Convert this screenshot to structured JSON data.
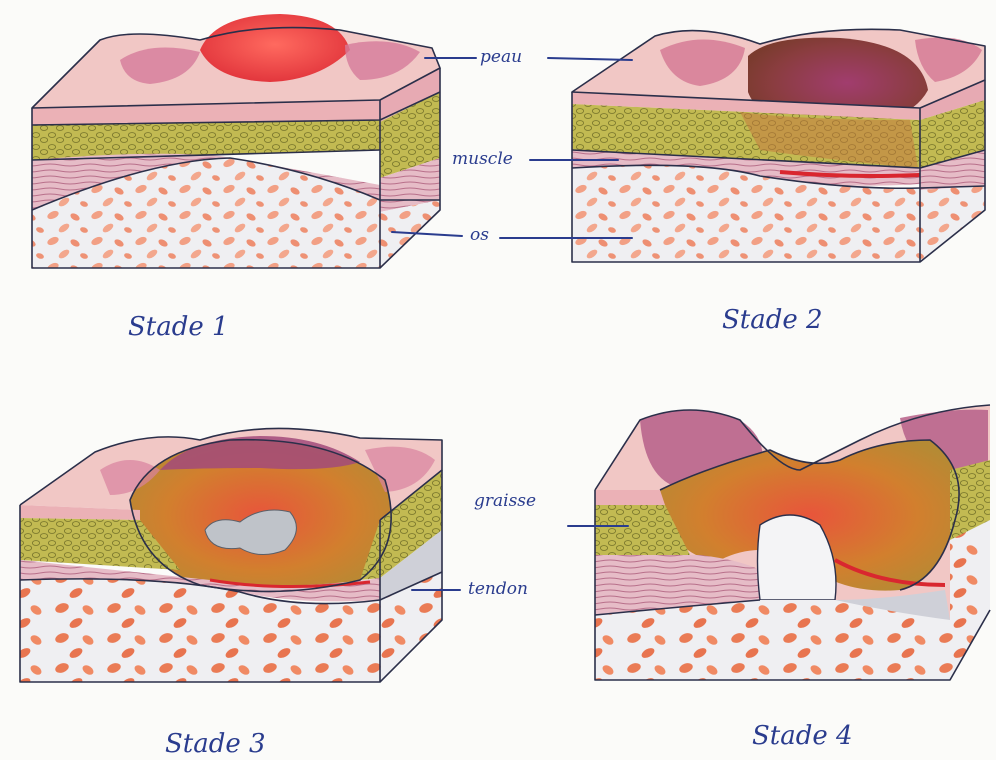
{
  "labels": {
    "skin": "peau",
    "muscle": "muscle",
    "bone": "os",
    "fat": "graisse",
    "tendon": "tendon"
  },
  "stages": [
    "Stade 1",
    "Stade 2",
    "Stade 3",
    "Stade 4"
  ],
  "colors": {
    "skin": "#f0c7c6",
    "skin_top": "#e7a2a8",
    "wound_red": "#e6403c",
    "wound_dark": "#8e2c4a",
    "fat": "#b9b14a",
    "muscle": "#e3b7c3",
    "bone": "#eeeeef",
    "bone_cells": "#ef8a6a",
    "ink": "#2a3c8e",
    "outline": "#2b2f4a"
  }
}
